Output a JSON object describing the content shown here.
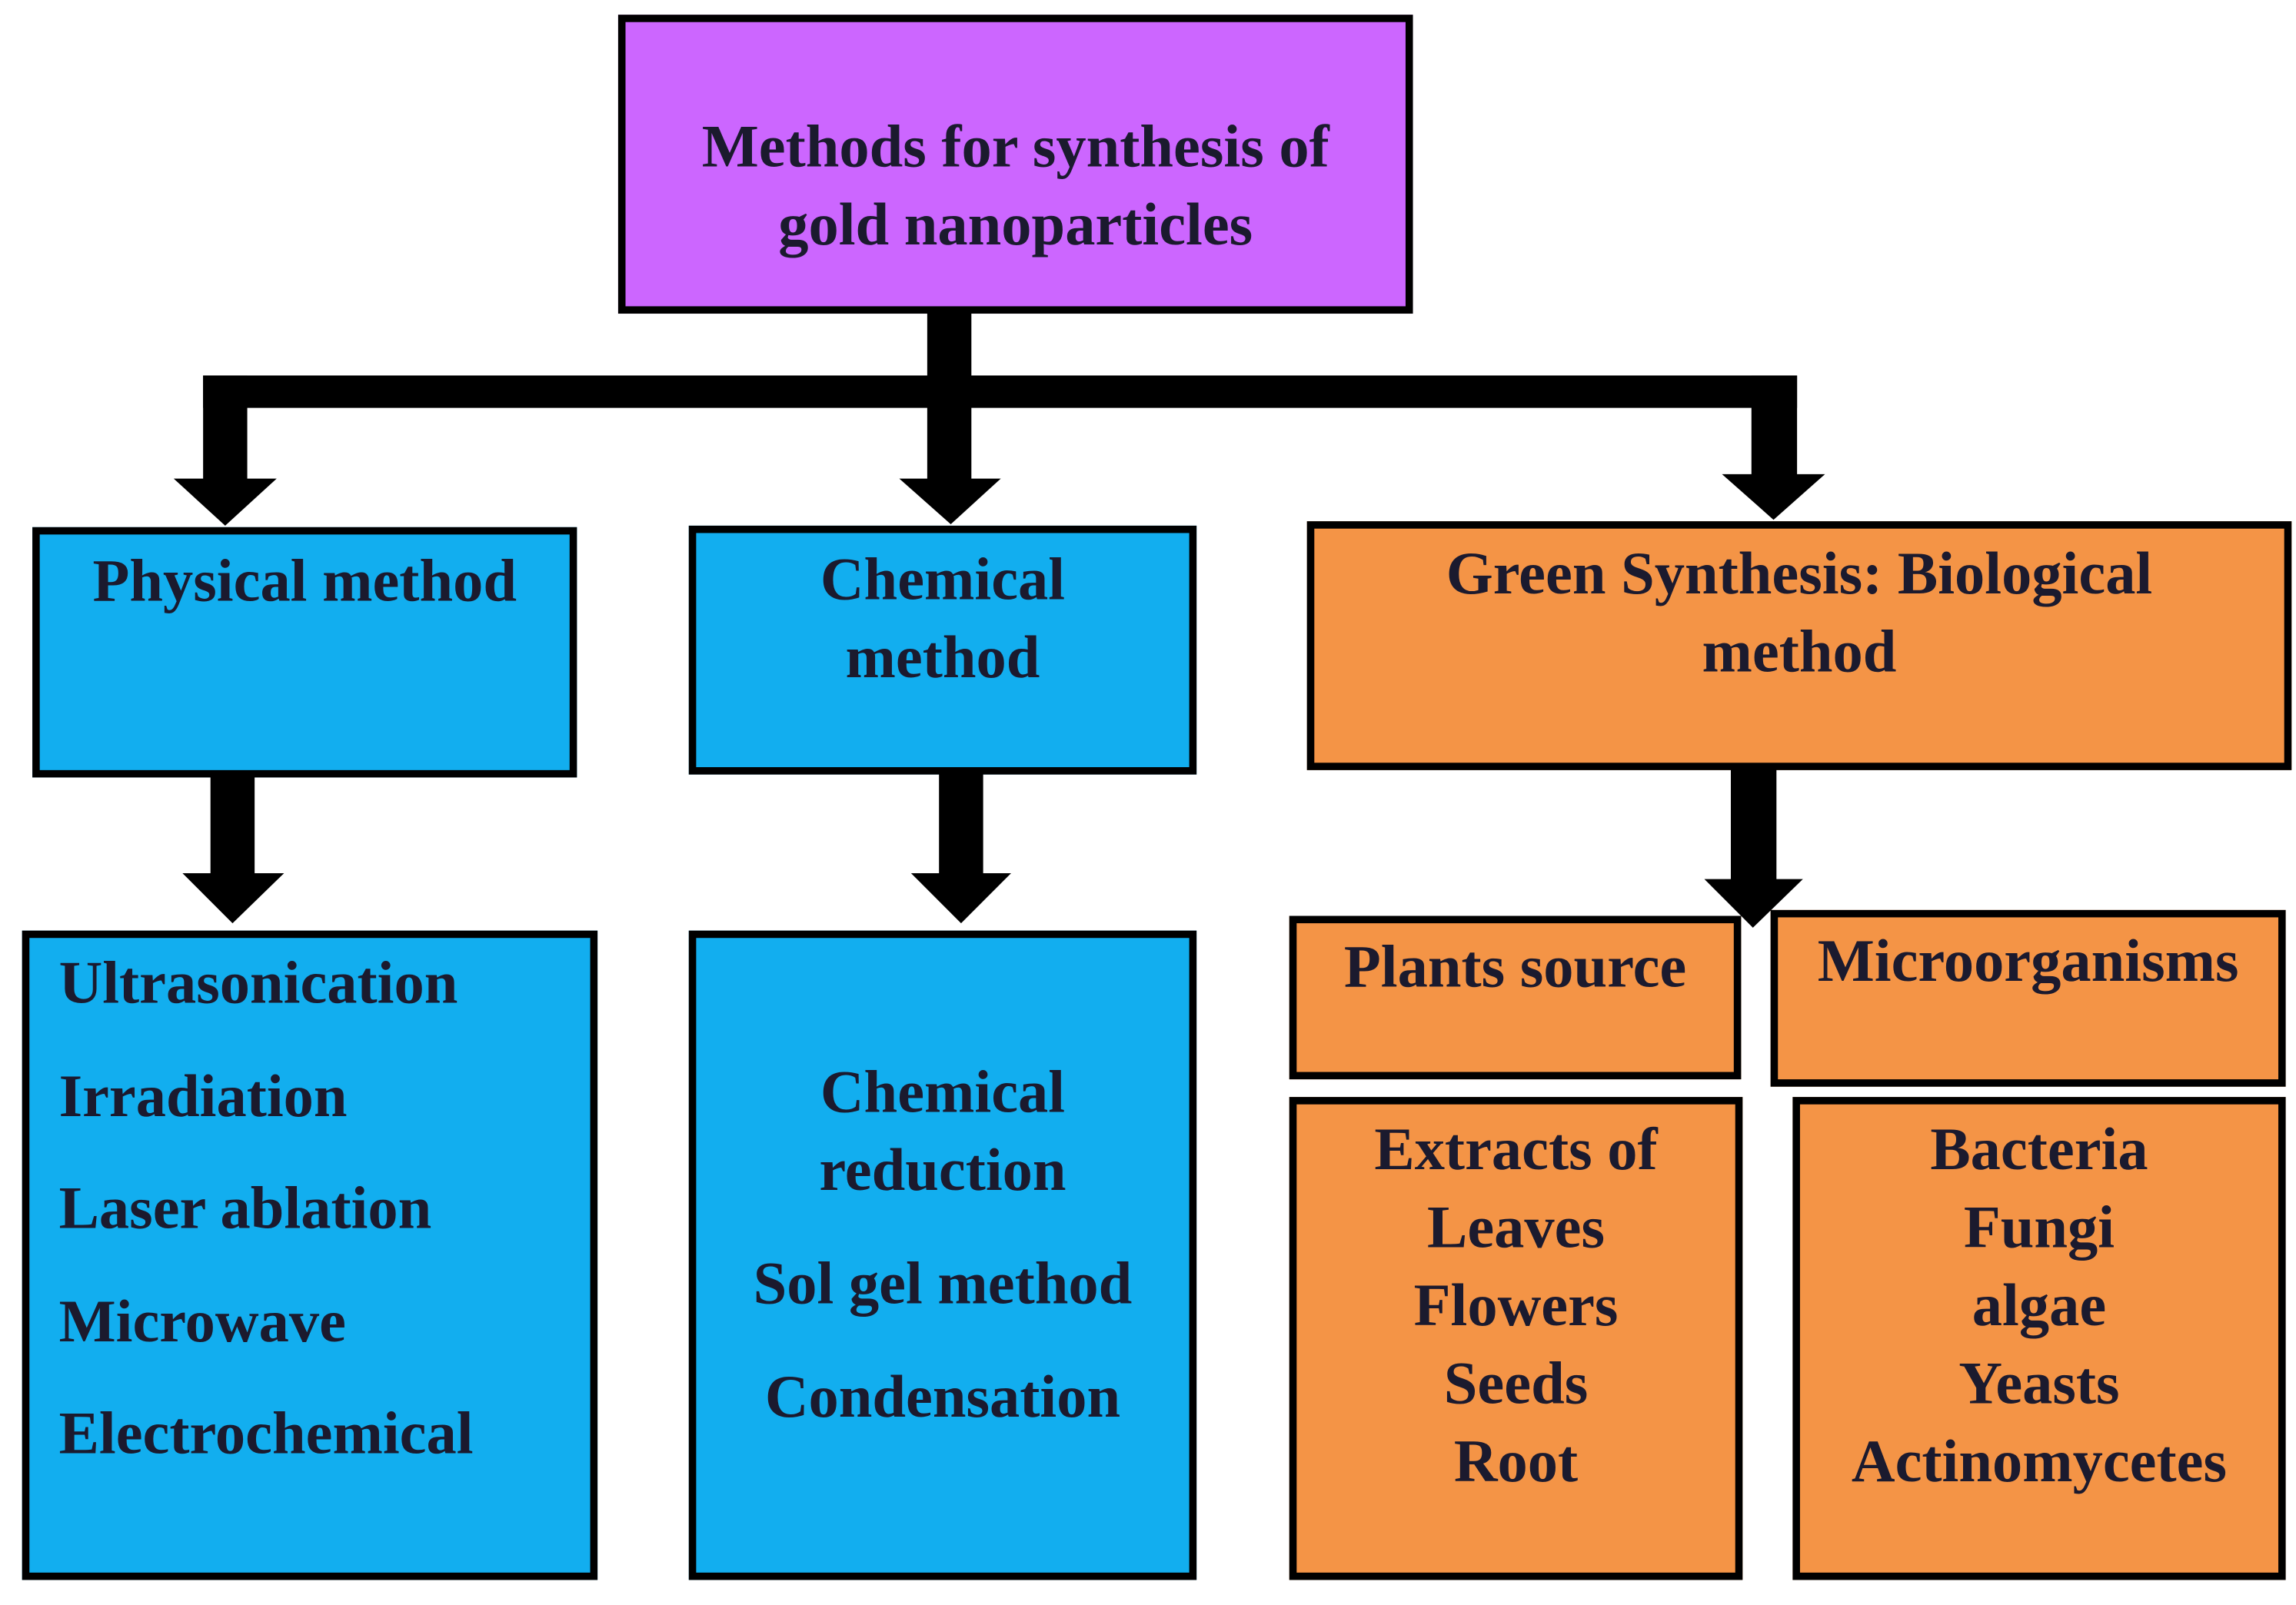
{
  "colors": {
    "root_fill": "#CC66FF",
    "method_blue": "#12AEEF",
    "green_orange": "#F49446",
    "border": "#000000",
    "text": "#1B1A2E"
  },
  "root": {
    "line1": "Methods for synthesis of",
    "line2": "gold nanoparticles"
  },
  "physical": {
    "title": "Physical method",
    "items": [
      "Ultrasonication",
      "Irradiation",
      "Laser ablation",
      "Microwave",
      "Electrochemical"
    ]
  },
  "chemical": {
    "title_line1": "Chemical",
    "title_line2": "method",
    "items": [
      {
        "line1": "Chemical",
        "line2": "reduction"
      },
      {
        "line1": "Sol gel method"
      },
      {
        "line1": "Condensation"
      }
    ]
  },
  "green": {
    "title_line1": "Green Synthesis: Biological",
    "title_line2": "method",
    "plants": {
      "title": "Plants source",
      "items": [
        "Extracts of",
        "Leaves",
        "Flowers",
        "Seeds",
        "Root"
      ]
    },
    "microorganisms": {
      "title": "Microorganisms",
      "items": [
        "Bacteria",
        "Fungi",
        "algae",
        "Yeasts",
        "Actinomycetes"
      ]
    }
  }
}
